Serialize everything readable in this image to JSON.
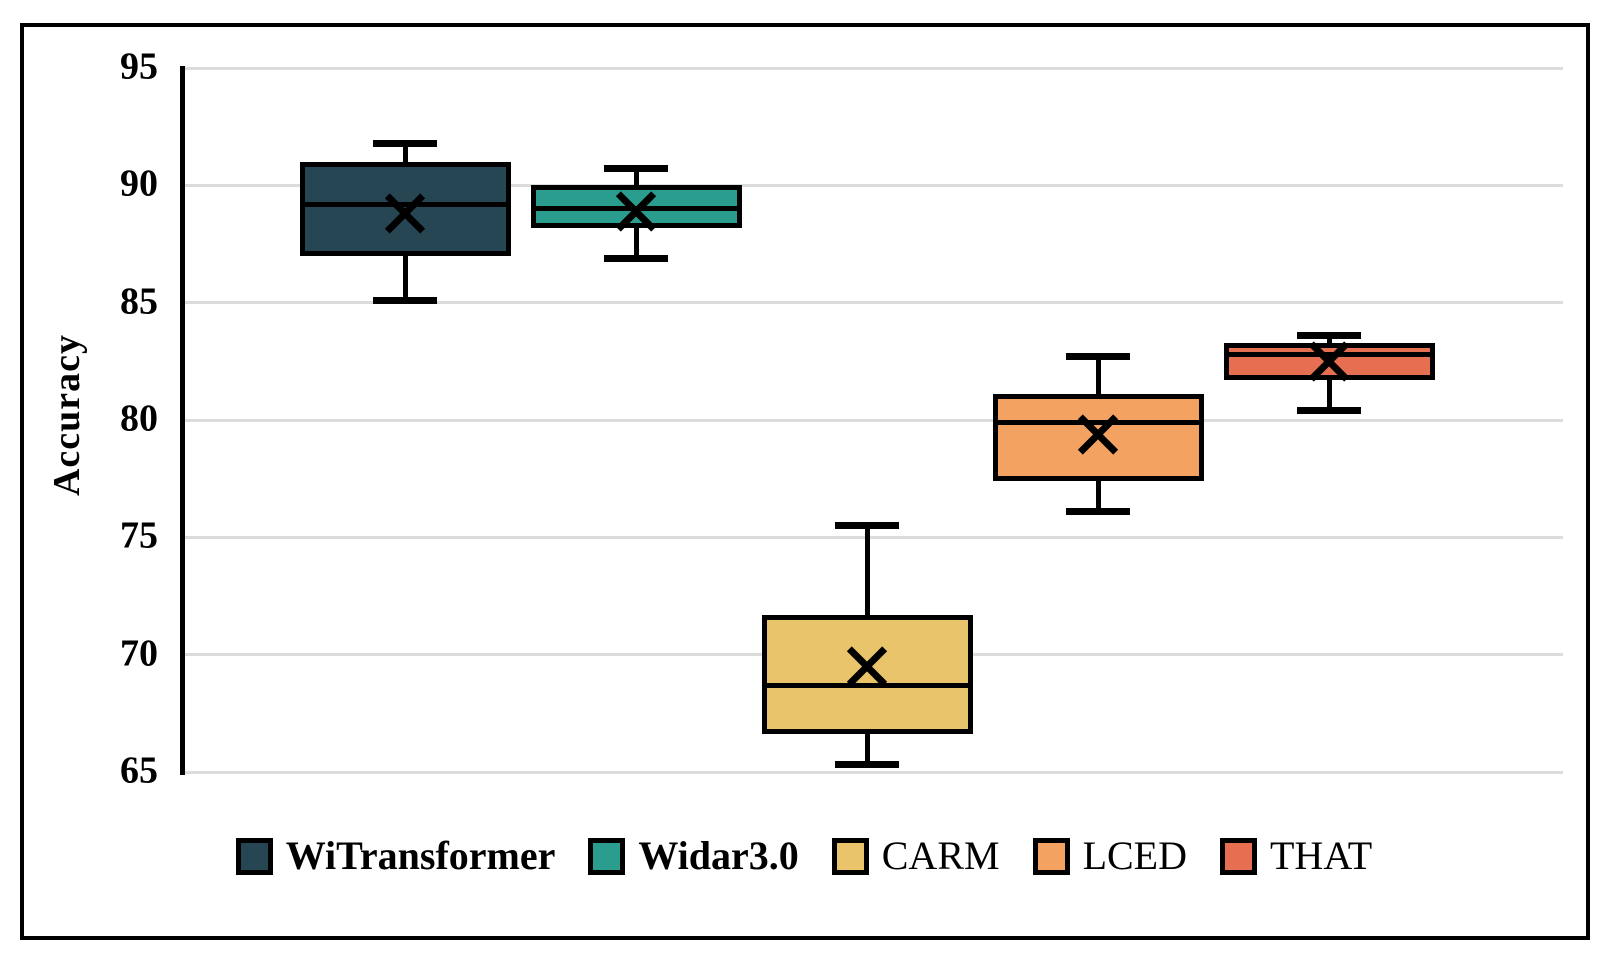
{
  "chart_data": {
    "type": "box",
    "title": "",
    "xlabel": "",
    "ylabel": "Accuracy",
    "ylim": [
      65,
      95
    ],
    "yticks": [
      65,
      70,
      75,
      80,
      85,
      90,
      95
    ],
    "grid": true,
    "gridline_color": "#DCDCDC",
    "axis_color": "#000000",
    "legend_position": "bottom-center",
    "mean_marker": "x",
    "series": [
      {
        "name": "WiTransformer",
        "color": "#264653",
        "whisker_low": 85.1,
        "q1": 87.0,
        "median": 89.2,
        "q3": 91.0,
        "whisker_high": 91.8,
        "mean": 88.8
      },
      {
        "name": "Widar3.0",
        "color": "#2A9D8F",
        "whisker_low": 86.9,
        "q1": 88.2,
        "median": 89.0,
        "q3": 90.0,
        "whisker_high": 90.7,
        "mean": 88.9
      },
      {
        "name": "CARM",
        "color": "#E9C46A",
        "whisker_low": 65.3,
        "q1": 66.6,
        "median": 68.7,
        "q3": 71.7,
        "whisker_high": 75.5,
        "mean": 69.5
      },
      {
        "name": "LCED",
        "color": "#F4A261",
        "whisker_low": 76.1,
        "q1": 77.4,
        "median": 79.9,
        "q3": 81.1,
        "whisker_high": 82.7,
        "mean": 79.4
      },
      {
        "name": "THAT",
        "color": "#E76F51",
        "whisker_low": 80.4,
        "q1": 81.7,
        "median": 82.8,
        "q3": 83.3,
        "whisker_high": 83.6,
        "mean": 82.5
      }
    ]
  }
}
